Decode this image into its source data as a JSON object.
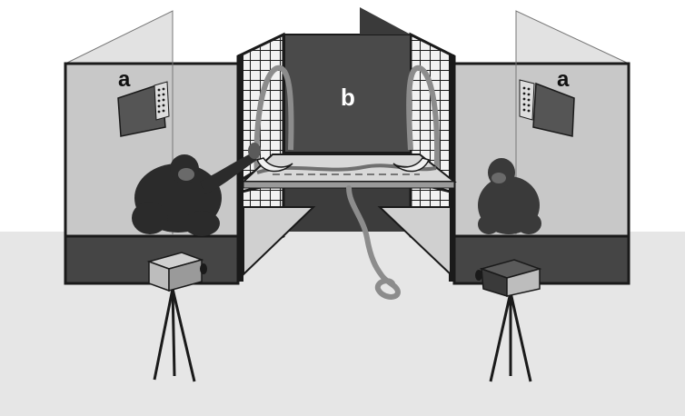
{
  "labels": {
    "left_panel": "a",
    "right_panel": "a",
    "center_panel": "b"
  },
  "colors": {
    "floor": "#e6e6e6",
    "booth_glass": "#c8c8c8",
    "booth_dark": "#454545",
    "booth_edge": "#1a1a1a",
    "center_panel": "#4a4a4a",
    "tray": "#d8d8d8",
    "rope": "#8c8c8c",
    "mesh_fill": "#f2f2f2"
  },
  "icons": [
    "chimpanzee-left",
    "chimpanzee-right",
    "camera-left",
    "camera-right",
    "banana-left",
    "banana-right"
  ]
}
